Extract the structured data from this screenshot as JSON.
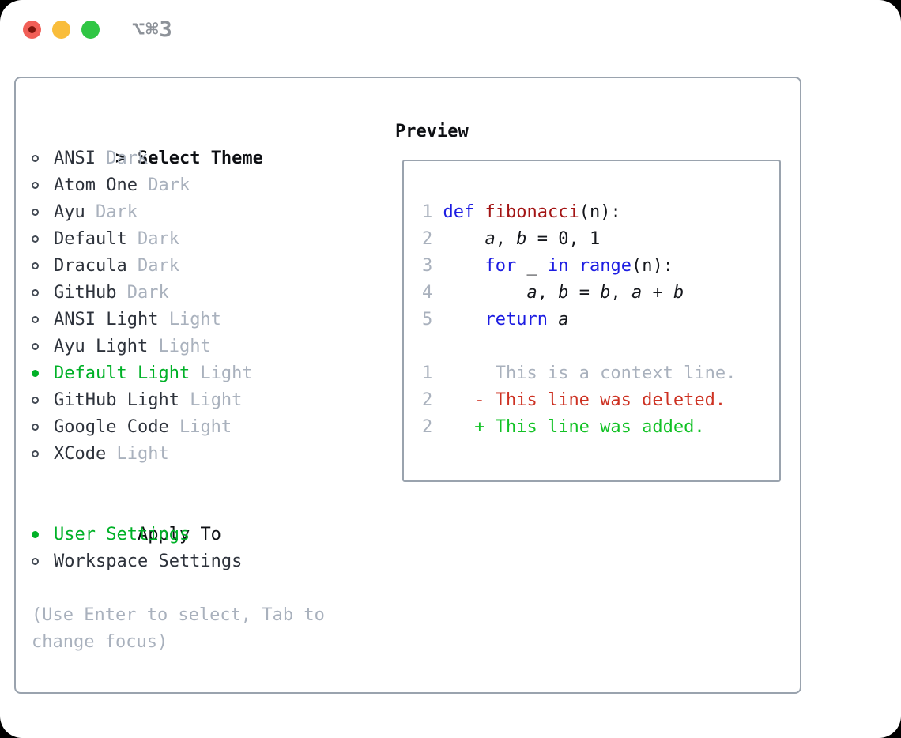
{
  "window": {
    "title": "⌥⌘3",
    "traffic_lights": [
      {
        "name": "close-button",
        "color": "#f15f57"
      },
      {
        "name": "minimize-button",
        "color": "#f9bd3b"
      },
      {
        "name": "zoom-button",
        "color": "#30c644"
      }
    ]
  },
  "theme_picker": {
    "header": {
      "prompt": ">",
      "label": "Select Theme"
    },
    "items": [
      {
        "name": "ANSI",
        "variant": "Dark",
        "selected": false
      },
      {
        "name": "Atom One",
        "variant": "Dark",
        "selected": false
      },
      {
        "name": "Ayu",
        "variant": "Dark",
        "selected": false
      },
      {
        "name": "Default",
        "variant": "Dark",
        "selected": false
      },
      {
        "name": "Dracula",
        "variant": "Dark",
        "selected": false
      },
      {
        "name": "GitHub",
        "variant": "Dark",
        "selected": false
      },
      {
        "name": "ANSI Light",
        "variant": "Light",
        "selected": false
      },
      {
        "name": "Ayu Light",
        "variant": "Light",
        "selected": false
      },
      {
        "name": "Default Light",
        "variant": "Light",
        "selected": true
      },
      {
        "name": "GitHub Light",
        "variant": "Light",
        "selected": false
      },
      {
        "name": "Google Code",
        "variant": "Light",
        "selected": false
      },
      {
        "name": "XCode",
        "variant": "Light",
        "selected": false
      }
    ],
    "apply_to": {
      "label": "Apply To",
      "options": [
        {
          "label": "User Settings",
          "selected": true
        },
        {
          "label": "Workspace Settings",
          "selected": false
        }
      ]
    },
    "hint_lines": [
      "(Use Enter to select, Tab to",
      "change focus)"
    ]
  },
  "preview": {
    "label": "Preview",
    "lines": [
      [
        {
          "s": "n",
          "t": "1"
        },
        {
          "s": "t",
          "t": " "
        },
        {
          "s": "k",
          "t": "def"
        },
        {
          "s": "t",
          "t": " "
        },
        {
          "s": "f",
          "t": "fibonacci"
        },
        {
          "s": "t",
          "t": "(n):"
        }
      ],
      [
        {
          "s": "n",
          "t": "2"
        },
        {
          "s": "t",
          "t": "     "
        },
        {
          "s": "v",
          "t": "a"
        },
        {
          "s": "t",
          "t": ", "
        },
        {
          "s": "v",
          "t": "b"
        },
        {
          "s": "t",
          "t": " = 0, 1"
        }
      ],
      [
        {
          "s": "n",
          "t": "3"
        },
        {
          "s": "t",
          "t": "     "
        },
        {
          "s": "k",
          "t": "for"
        },
        {
          "s": "t",
          "t": " _ "
        },
        {
          "s": "k",
          "t": "in"
        },
        {
          "s": "t",
          "t": " "
        },
        {
          "s": "k",
          "t": "range"
        },
        {
          "s": "t",
          "t": "(n):"
        }
      ],
      [
        {
          "s": "n",
          "t": "4"
        },
        {
          "s": "t",
          "t": "         "
        },
        {
          "s": "v",
          "t": "a"
        },
        {
          "s": "t",
          "t": ", "
        },
        {
          "s": "v",
          "t": "b"
        },
        {
          "s": "t",
          "t": " = "
        },
        {
          "s": "v",
          "t": "b"
        },
        {
          "s": "t",
          "t": ", "
        },
        {
          "s": "v",
          "t": "a"
        },
        {
          "s": "t",
          "t": " + "
        },
        {
          "s": "v",
          "t": "b"
        }
      ],
      [
        {
          "s": "n",
          "t": "5"
        },
        {
          "s": "t",
          "t": "     "
        },
        {
          "s": "k",
          "t": "return"
        },
        {
          "s": "t",
          "t": " "
        },
        {
          "s": "v",
          "t": "a"
        }
      ],
      [],
      [
        {
          "s": "n",
          "t": "1"
        },
        {
          "s": "c",
          "t": "      This is a context line."
        }
      ],
      [
        {
          "s": "n",
          "t": "2"
        },
        {
          "s": "t",
          "t": "    "
        },
        {
          "s": "d",
          "t": "- This line was deleted."
        }
      ],
      [
        {
          "s": "n",
          "t": "2"
        },
        {
          "s": "t",
          "t": "    "
        },
        {
          "s": "a",
          "t": "+ This line was added."
        }
      ]
    ]
  },
  "colors": {
    "accent_green": "#00b127",
    "added_green": "#12c225",
    "deleted_red": "#cd3122",
    "keyword_blue": "#1c1ce2",
    "function_red": "#a31414",
    "muted_gray": "#a9b1bd",
    "text_dark": "#2d323b",
    "header_black": "#0d0f13",
    "border_gray": "#9aa3ae",
    "title_gray": "#8d9299",
    "traffic_red": "#f15f57",
    "traffic_red_dot": "#7e150c",
    "traffic_yellow": "#f9bd3b",
    "traffic_green": "#30c644"
  }
}
